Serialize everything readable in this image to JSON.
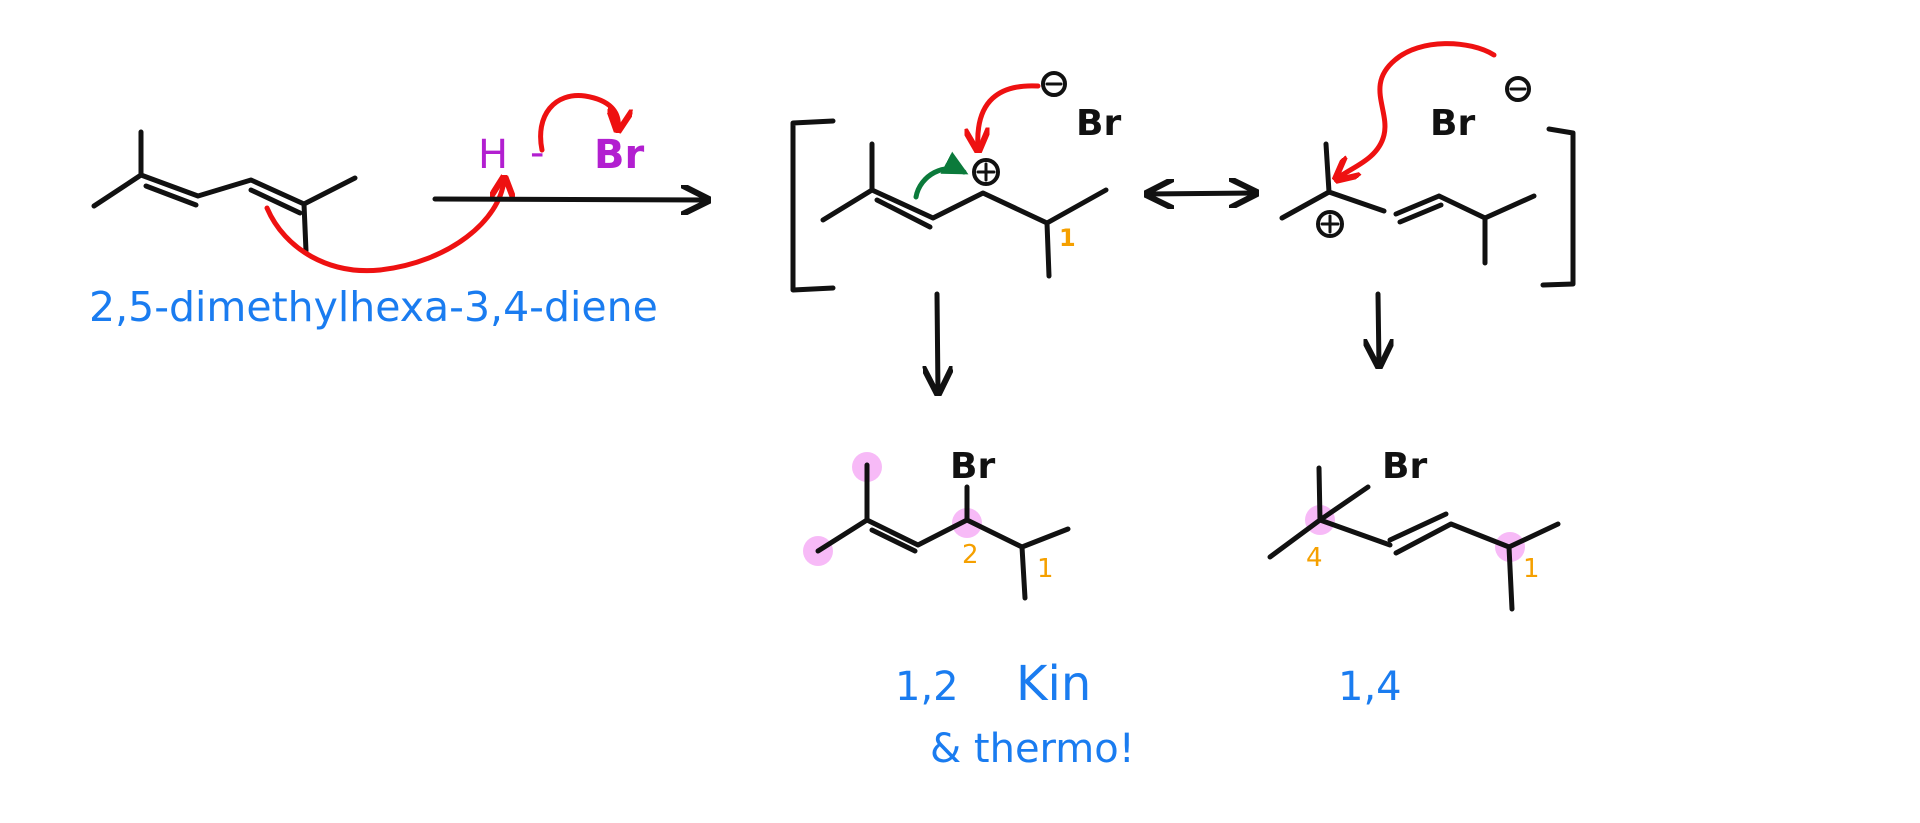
{
  "reactant": {
    "name": "2,5-dimethylhexa-3,4-diene"
  },
  "reagent": {
    "h": "H",
    "dash": "-",
    "br": "Br"
  },
  "intermediate": {
    "nucleophile_left": "Br",
    "nucleophile_right": "Br",
    "position_label_left": "1"
  },
  "products": {
    "product_12": {
      "substituent": "Br",
      "position_labels": [
        "2",
        "1"
      ],
      "caption_line1_a": "1,2",
      "caption_line1_b": "Kin",
      "caption_line2": "& thermo!"
    },
    "product_14": {
      "substituent": "Br",
      "position_labels": [
        "4",
        "1"
      ],
      "caption": "1,4"
    }
  },
  "colors": {
    "label": "#1a7cf0",
    "reagent": "#b21fd0",
    "curved_arrow": "#ee1111",
    "resonance_arrow": "#0b7a3b",
    "position_number": "#f5a000",
    "highlight": "#ee66ee"
  }
}
